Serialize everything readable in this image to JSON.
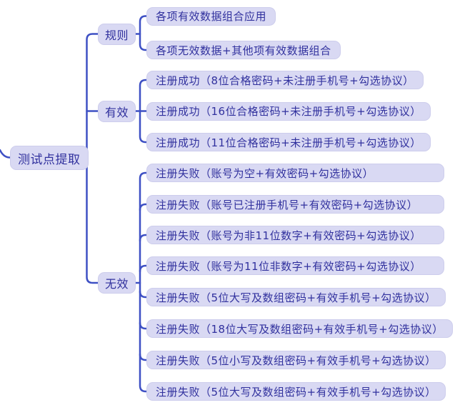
{
  "colors": {
    "node_fill": "#d9d9f3",
    "node_text": "#31319e",
    "line": "#3e50c4"
  },
  "mindmap": {
    "root": "测试点提取",
    "branches": [
      {
        "label": "规则",
        "children": [
          "各项有效数据组合应用",
          "各项无效数据+其他项有效数据组合"
        ]
      },
      {
        "label": "有效",
        "children": [
          "注册成功（8位合格密码+未注册手机号+勾选协议）",
          "注册成功（16位合格密码+未注册手机号+勾选协议）",
          "注册成功（11位合格密码+未注册手机号+勾选协议）"
        ]
      },
      {
        "label": "无效",
        "children": [
          "注册失败（账号为空+有效密码+勾选协议）",
          "注册失败（账号已注册手机号+有效密码+勾选协议）",
          "注册失败（账号为非11位数字+有效密码+勾选协议）",
          "注册失败（账号为11位非数字+有效密码+勾选协议）",
          "注册失败（5位大写及数组密码+有效手机号+勾选协议）",
          "注册失败（18位大写及数组密码+有效手机号+勾选协议）",
          "注册失败（5位小写及数组密码+有效手机号+勾选协议）",
          "注册失败（5位大写及数组密码+有效手机号+勾选协议）"
        ]
      }
    ]
  }
}
